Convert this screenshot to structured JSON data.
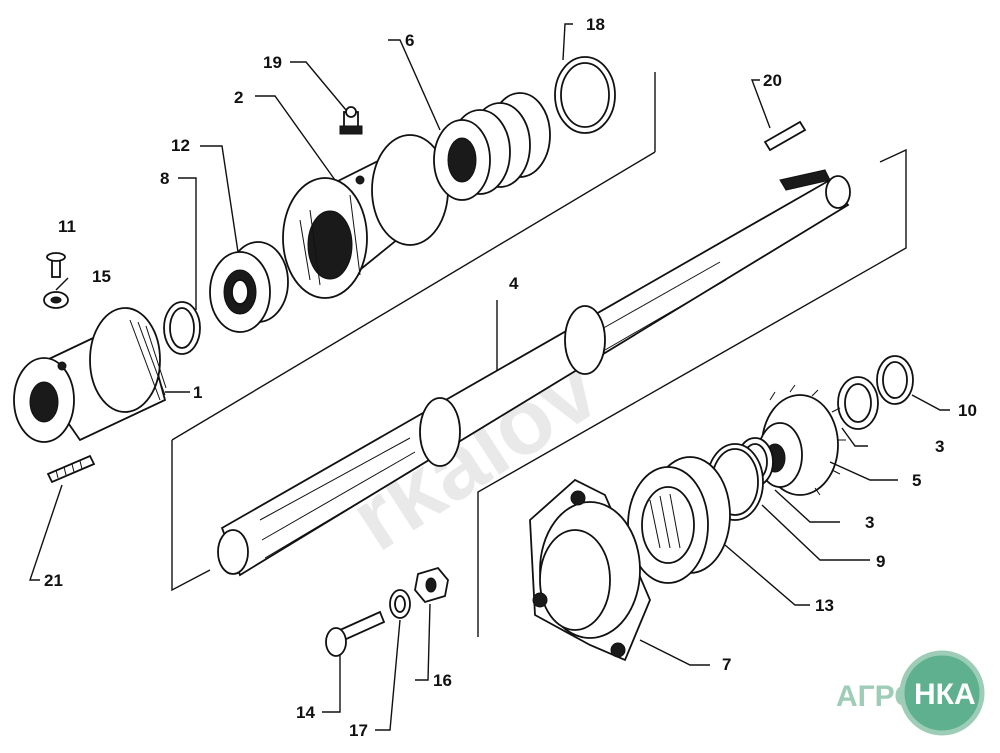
{
  "callouts": [
    {
      "id": "1",
      "text": "1"
    },
    {
      "id": "2",
      "text": "2"
    },
    {
      "id": "3a",
      "text": "3"
    },
    {
      "id": "3b",
      "text": "3"
    },
    {
      "id": "4",
      "text": "4"
    },
    {
      "id": "5",
      "text": "5"
    },
    {
      "id": "6",
      "text": "6"
    },
    {
      "id": "7",
      "text": "7"
    },
    {
      "id": "8",
      "text": "8"
    },
    {
      "id": "9",
      "text": "9"
    },
    {
      "id": "10",
      "text": "10"
    },
    {
      "id": "11",
      "text": "11"
    },
    {
      "id": "12",
      "text": "12"
    },
    {
      "id": "13",
      "text": "13"
    },
    {
      "id": "14",
      "text": "14"
    },
    {
      "id": "15",
      "text": "15"
    },
    {
      "id": "16",
      "text": "16"
    },
    {
      "id": "17",
      "text": "17"
    },
    {
      "id": "18",
      "text": "18"
    },
    {
      "id": "19",
      "text": "19"
    },
    {
      "id": "20",
      "text": "20"
    },
    {
      "id": "21",
      "text": "21"
    }
  ],
  "watermark": "rkalov",
  "logo": {
    "left": "АГРО",
    "right": "НКА",
    "text_color": "#9dcdb7",
    "badge_color": "#5fb08f"
  }
}
